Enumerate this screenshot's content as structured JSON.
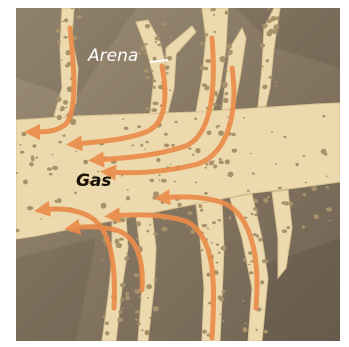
{
  "labels": {
    "arena": "Arena",
    "gas": "Gas"
  },
  "colors": {
    "rock_background": "#8a7b66",
    "fracture_fill": "#ecd9ad",
    "sand_grains": "#a8926c",
    "gas_arrows": "#ea8c4a",
    "arena_label": "#ffffff",
    "gas_label": "#1a1208"
  },
  "icons": [
    "gas-flow-arrow",
    "sand-grain"
  ]
}
